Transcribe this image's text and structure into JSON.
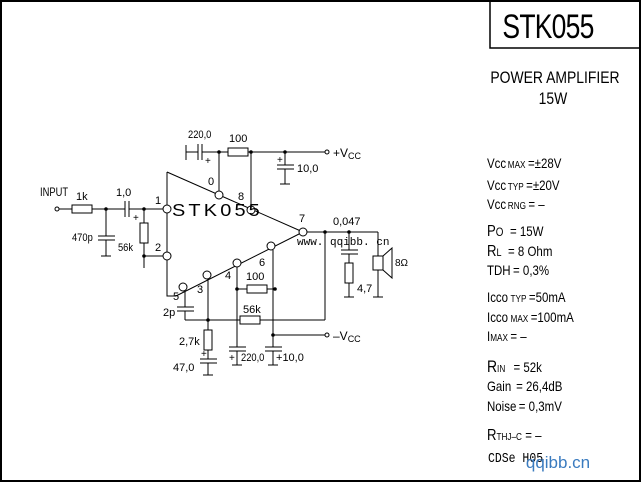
{
  "title_block": {
    "part_number": "STK055",
    "description_line1": "POWER AMPLIFIER",
    "description_line2": "15W"
  },
  "specs": {
    "vcc_max": {
      "label_main": "Vcc",
      "label_sub": "MAX",
      "value": "=±28V"
    },
    "vcc_typ": {
      "label_main": "Vcc",
      "label_sub": "TYP",
      "value": "=±20V"
    },
    "vcc_rng": {
      "label_main": "Vcc",
      "label_sub": "RNG",
      "value": "=  –"
    },
    "po": {
      "label_main": "P",
      "label_sub": "O",
      "value": "= 15W"
    },
    "rl": {
      "label_main": "R",
      "label_sub": "L",
      "value": "= 8 Ohm"
    },
    "tdh": {
      "label_main": "TDH",
      "label_sub": "",
      "value": "= 0,3%"
    },
    "icco_typ": {
      "label_main": "Icco",
      "label_sub": "TYP",
      "value": "=50mA"
    },
    "icco_max": {
      "label_main": "Icco",
      "label_sub": "MAX",
      "value": "=100mA"
    },
    "imax": {
      "label_main": "I",
      "label_sub": "MAX",
      "value": "=   –"
    },
    "rin": {
      "label_main": "R",
      "label_sub": "IN",
      "value": "= 52k"
    },
    "gain": {
      "label_main": "Gain",
      "label_sub": "",
      "value": "= 26,4dB"
    },
    "noise": {
      "label_main": "Noise",
      "label_sub": "",
      "value": "= 0,3mV"
    },
    "rthj": {
      "label_main": "R",
      "label_sub": "THJ–C",
      "value": "= –"
    },
    "code": "CDSe H05"
  },
  "watermark": {
    "site": "qqibb.cn",
    "inline": "www. qqibb. cn",
    "color": "#3a7bbf"
  },
  "schematic": {
    "ic_label": "STK055",
    "input_label": "INPUT",
    "supply_pos": "+V",
    "supply_pos_sub": "CC",
    "supply_neg": "–V",
    "supply_neg_sub": "CC",
    "pins": [
      "0",
      "1",
      "2",
      "3",
      "4",
      "5",
      "6",
      "7",
      "8"
    ],
    "components": {
      "r_in": "1k",
      "c_in_shunt": "470p",
      "c_couple": "1,0",
      "r_bias": "56k",
      "c_boot": "220,0",
      "r_boot": "100",
      "c_pos_decouple": "10,0",
      "c_zobel": "0,047",
      "r_zobel": "4,7",
      "speaker": "8Ω",
      "c_comp": "2p",
      "r_fb": "100",
      "r_fb2": "56k",
      "r_gnd": "2,7k",
      "c_gnd": "47,0",
      "c_neg1": "220,0",
      "c_neg2": "10,0"
    }
  }
}
